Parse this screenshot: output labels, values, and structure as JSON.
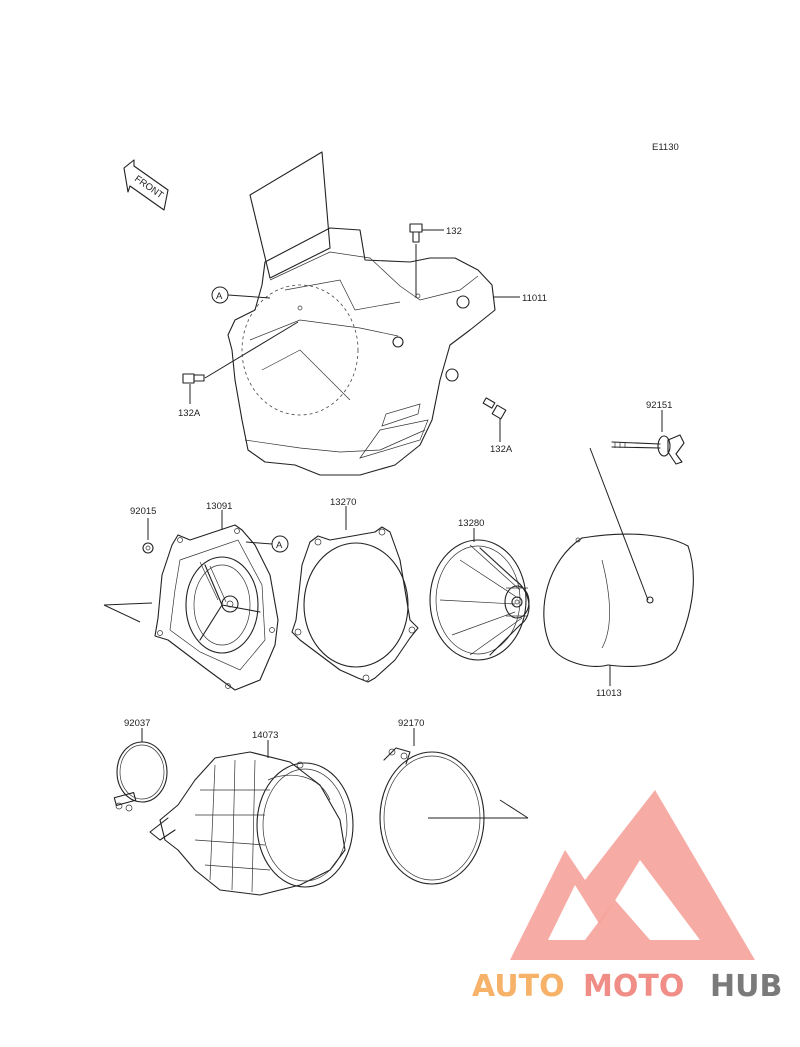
{
  "diagram_code": "E1130",
  "front_label": "FRONT",
  "callouts": {
    "p132": "132",
    "p11011": "11011",
    "p132A_left": "132A",
    "p132A_right": "132A",
    "p92151": "92151",
    "p92015": "92015",
    "p13091": "13091",
    "p13270": "13270",
    "p13280": "13280",
    "p11013": "11013",
    "p92037": "92037",
    "p14073": "14073",
    "p92170": "92170"
  },
  "reference_markers": [
    "A",
    "A"
  ],
  "watermark": {
    "part1": "AUTO",
    "part2": "MOTO",
    "part3": "HUB",
    "colors": {
      "logo": "#f5a39b",
      "auto": "#f7b26a",
      "moto": "#f08d86",
      "hub": "#7a7a7a"
    }
  }
}
